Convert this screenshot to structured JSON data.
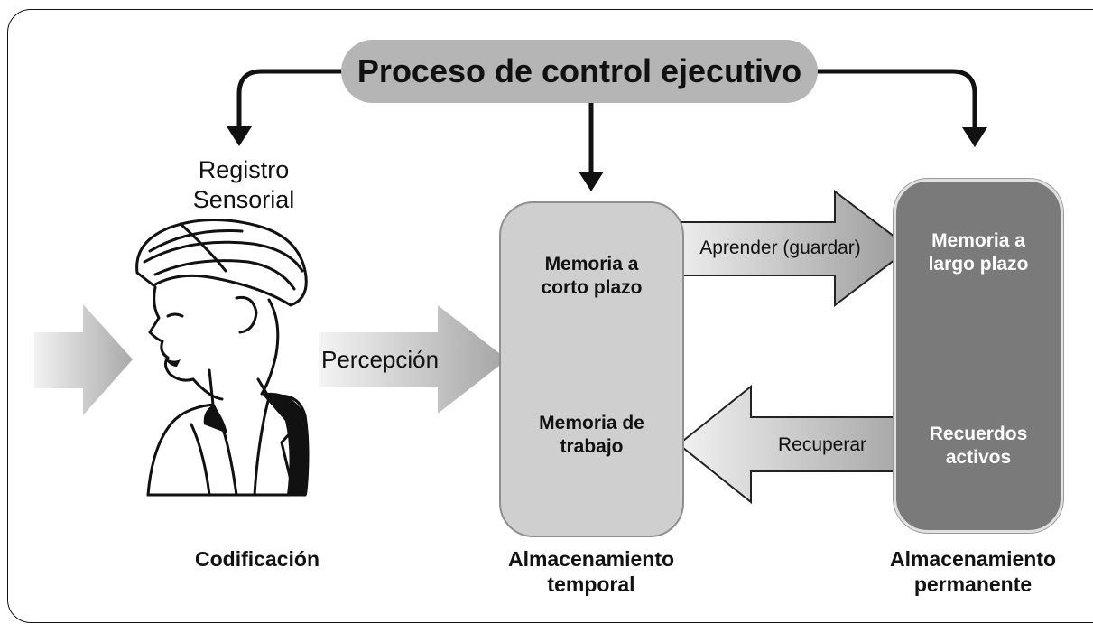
{
  "header": {
    "title": "Proceso de control ejecutivo"
  },
  "sensory": {
    "label_line1": "Registro",
    "label_line2": "Sensorial",
    "perception": "Percepción"
  },
  "short_term": {
    "label1_line1": "Memoria a",
    "label1_line2": "corto plazo",
    "label2_line1": "Memoria de",
    "label2_line2": "trabajo"
  },
  "long_term": {
    "label1_line1": "Memoria a",
    "label1_line2": "largo plazo",
    "label2_line1": "Recuerdos",
    "label2_line2": "activos"
  },
  "arrows": {
    "learn": "Aprender (guardar)",
    "retrieve": "Recuperar"
  },
  "footer": {
    "encoding": "Codificación",
    "temporary_line1": "Almacenamiento",
    "temporary_line2": "temporal",
    "permanent_line1": "Almacenamiento",
    "permanent_line2": "permanente"
  },
  "colors": {
    "pill": "#b5b5b5",
    "short_term_box": "#cfcfcf",
    "long_term_box": "#7a7a7a",
    "arrow_fill": "#c8c8c8"
  }
}
